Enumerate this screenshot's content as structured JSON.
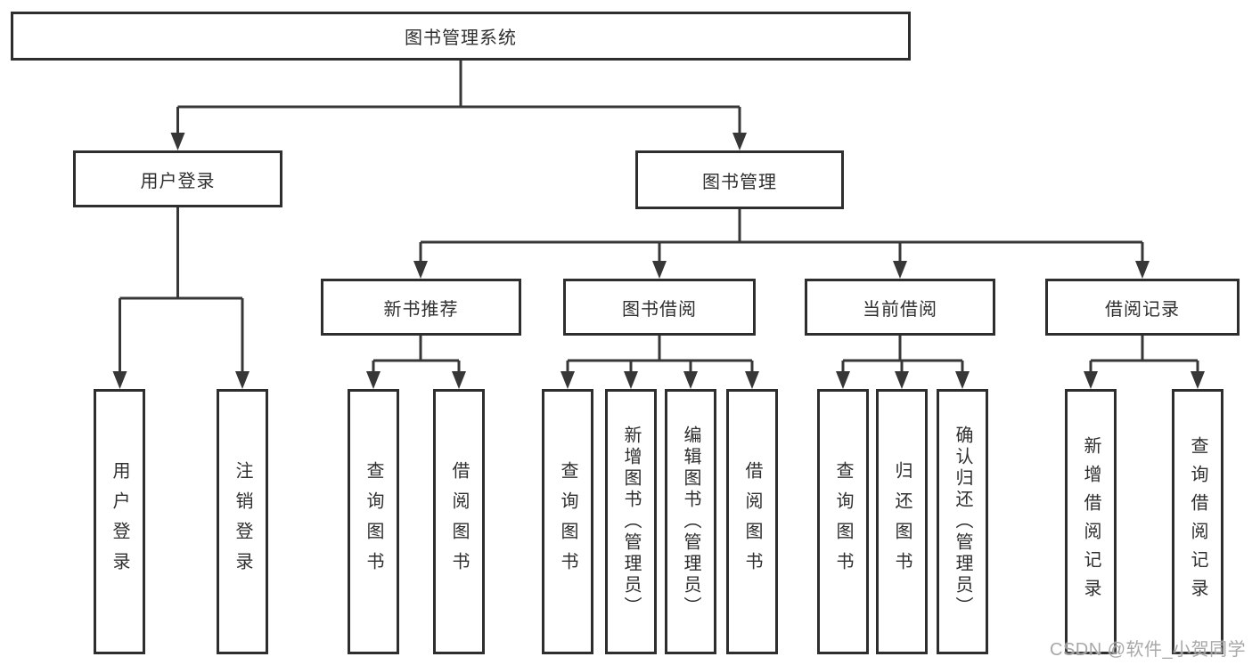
{
  "tree": {
    "root": "图书管理系统",
    "branches": [
      {
        "label": "用户登录",
        "children": [
          "用户登录",
          "注销登录"
        ]
      },
      {
        "label": "图书管理",
        "groups": [
          {
            "label": "新书推荐",
            "children": [
              "查询图书",
              "借阅图书"
            ]
          },
          {
            "label": "图书借阅",
            "children": [
              "查询图书",
              "新增图书（管理员）",
              "编辑图书（管理员）",
              "借阅图书"
            ]
          },
          {
            "label": "当前借阅",
            "children": [
              "查询图书",
              "归还图书",
              "确认归还（管理员）"
            ]
          },
          {
            "label": "借阅记录",
            "children": [
              "新增借阅记录",
              "查询借阅记录"
            ]
          }
        ]
      }
    ]
  },
  "watermark": "CSDN @软件_小贺同学",
  "colors": {
    "line": "#373737",
    "box_border": "#2e2e2e",
    "text": "#2f2f2f",
    "watermark": "#9e9e9e",
    "background": "#ffffff"
  }
}
